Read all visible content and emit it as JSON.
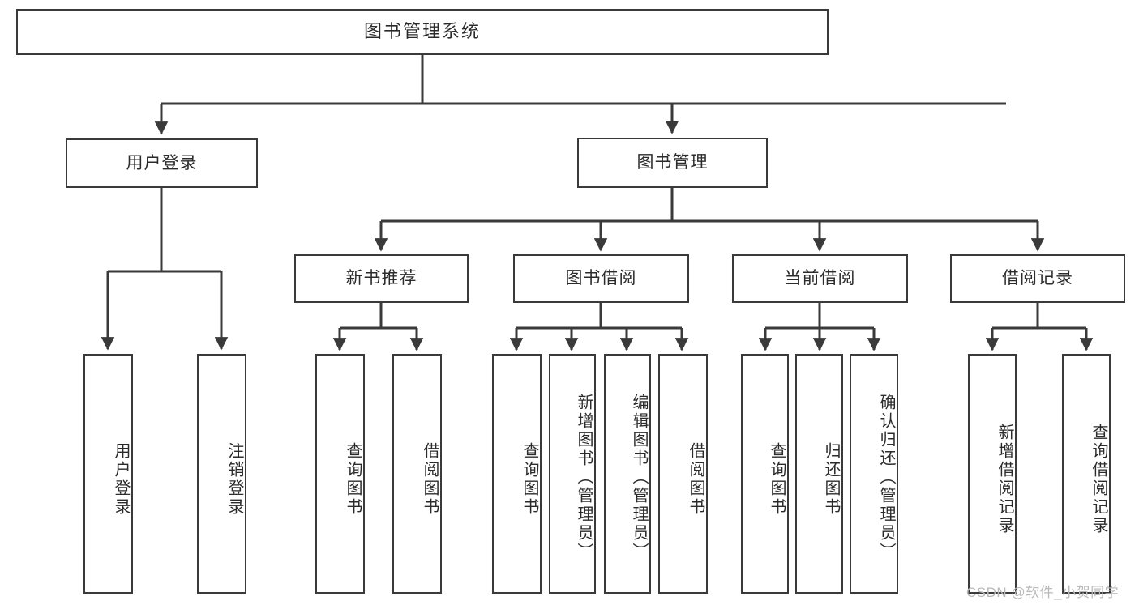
{
  "diagram": {
    "title": "图书管理系统",
    "type": "tree-hierarchy-diagram",
    "watermark": "CSDN @软件_小贺同学",
    "colors": {
      "box_border": "#3a3a3a",
      "box_fill": "#ffffff",
      "edge": "#3a3a3a",
      "text": "#2b2b2b",
      "watermark": "#b9b9b9",
      "background": "#ffffff"
    },
    "nodes": {
      "root": {
        "label": "图书管理系统"
      },
      "level1": [
        {
          "id": "user-login",
          "label": "用户登录"
        },
        {
          "id": "book-management",
          "label": "图书管理"
        }
      ],
      "level2": [
        {
          "id": "new-book-recommend",
          "label": "新书推荐"
        },
        {
          "id": "book-borrow",
          "label": "图书借阅"
        },
        {
          "id": "current-borrow",
          "label": "当前借阅"
        },
        {
          "id": "borrow-record",
          "label": "借阅记录"
        }
      ],
      "leaves": {
        "user-login": [
          {
            "id": "user-login-leaf",
            "label": "用户登录"
          },
          {
            "id": "logout-leaf",
            "label": "注销登录"
          }
        ],
        "new-book-recommend": [
          {
            "id": "query-book-1",
            "label": "查询图书"
          },
          {
            "id": "borrow-book-1",
            "label": "借阅图书"
          }
        ],
        "book-borrow": [
          {
            "id": "query-book-2",
            "label": "查询图书"
          },
          {
            "id": "add-book",
            "label": "新增图书（管理员）"
          },
          {
            "id": "edit-book",
            "label": "编辑图书（管理员）"
          },
          {
            "id": "borrow-book-2",
            "label": "借阅图书"
          }
        ],
        "current-borrow": [
          {
            "id": "query-book-3",
            "label": "查询图书"
          },
          {
            "id": "return-book",
            "label": "归还图书"
          },
          {
            "id": "confirm-return",
            "label": "确认归还（管理员）"
          }
        ],
        "borrow-record": [
          {
            "id": "add-borrow-record",
            "label": "新增借阅记录"
          },
          {
            "id": "query-borrow-record",
            "label": "查询借阅记录"
          }
        ]
      }
    }
  }
}
